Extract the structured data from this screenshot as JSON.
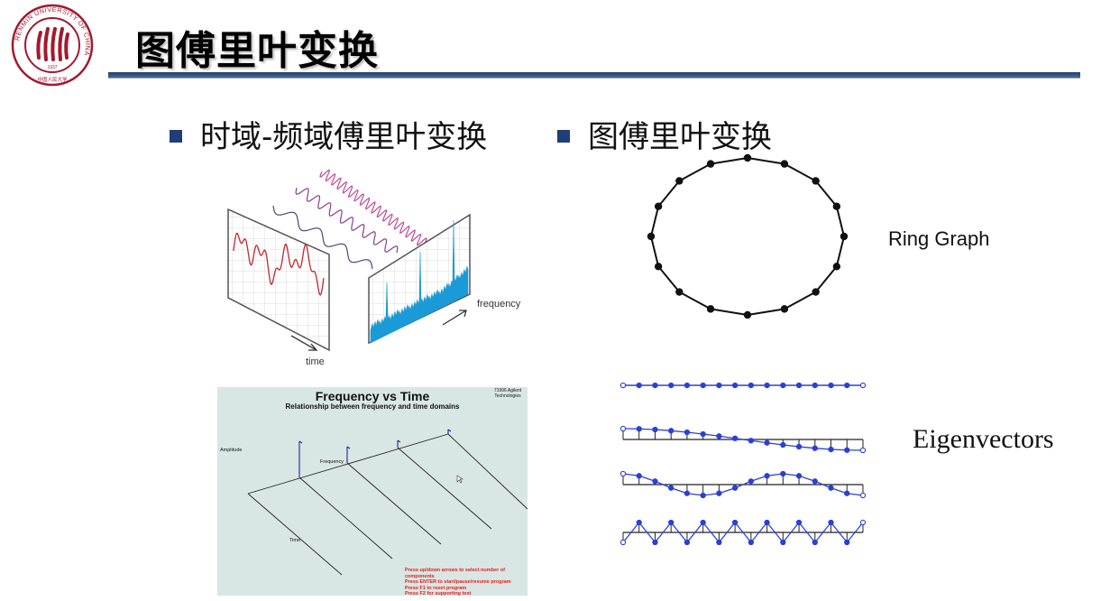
{
  "header": {
    "title": "图傅里叶变换",
    "logo_text": "RENMIN UNIVERSITY OF CHINA",
    "logo_year": "1937",
    "logo_cn": "中国人民大学"
  },
  "bullets": [
    {
      "label": "时域-频域傅里叶变换"
    },
    {
      "label": "图傅里叶变换"
    }
  ],
  "figure_time_frequency": {
    "axis_time": "time",
    "axis_frequency": "frequency"
  },
  "figure_freq_vs_time": {
    "title": "Frequency vs Time",
    "subtitle": "Relationship between frequency and time domains",
    "brand_line1": "71996 Agilent",
    "brand_line2": "Technologies",
    "amplitude_label": "Amplitude",
    "frequency_label": "Frequency",
    "time_label": "Time",
    "instructions": [
      "Press up/down arrows to select number of components",
      "Press ENTER to start/pause/resume program",
      "Press F1 to reset program",
      "Press F2 for supporting text"
    ]
  },
  "ring_graph": {
    "label": "Ring Graph",
    "node_count": 16
  },
  "eigenvectors": {
    "label": "Eigenvectors"
  },
  "colors": {
    "title_rule": "#1f3d6b",
    "bullet_square": "#1f3d78",
    "eigen_blue": "#2b3fd8",
    "logo_red": "#a3192e",
    "spectrum_blue": "#1a9ad6",
    "time_signal_red": "#c0282f"
  }
}
